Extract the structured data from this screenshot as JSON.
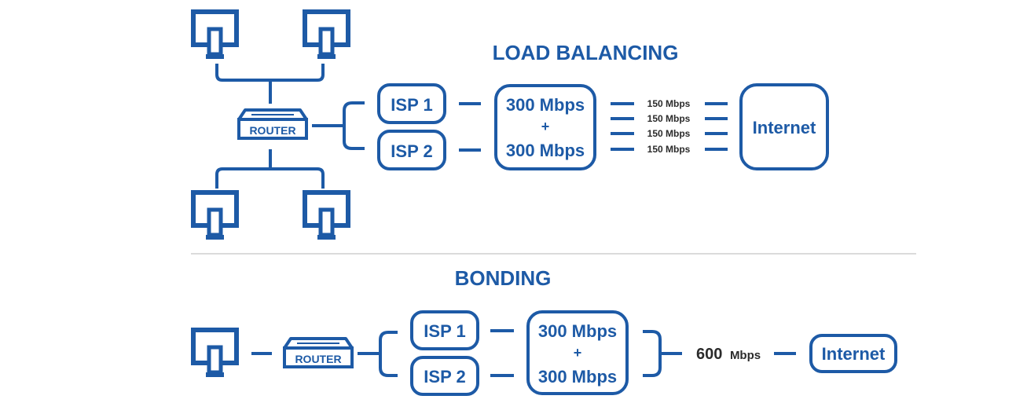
{
  "colors": {
    "primary": "#1d5aa6",
    "divider": "#cfcfcf",
    "background": "#ffffff",
    "dark_text": "#2b2b2b"
  },
  "icons": [
    "monitor-icon",
    "router-icon"
  ],
  "load_balancing": {
    "title": "LOAD BALANCING",
    "router_label": "ROUTER",
    "isp1_label": "ISP 1",
    "isp2_label": "ISP 2",
    "aggregate_top": "300 Mbps",
    "aggregate_plus": "+",
    "aggregate_bottom": "300 Mbps",
    "streams": [
      "150 Mbps",
      "150 Mbps",
      "150 Mbps",
      "150 Mbps"
    ],
    "internet_label": "Internet"
  },
  "bonding": {
    "title": "BONDING",
    "router_label": "ROUTER",
    "isp1_label": "ISP 1",
    "isp2_label": "ISP 2",
    "aggregate_top": "300 Mbps",
    "aggregate_plus": "+",
    "aggregate_bottom": "300 Mbps",
    "combined_value": "600",
    "combined_unit": "Mbps",
    "internet_label": "Internet"
  }
}
